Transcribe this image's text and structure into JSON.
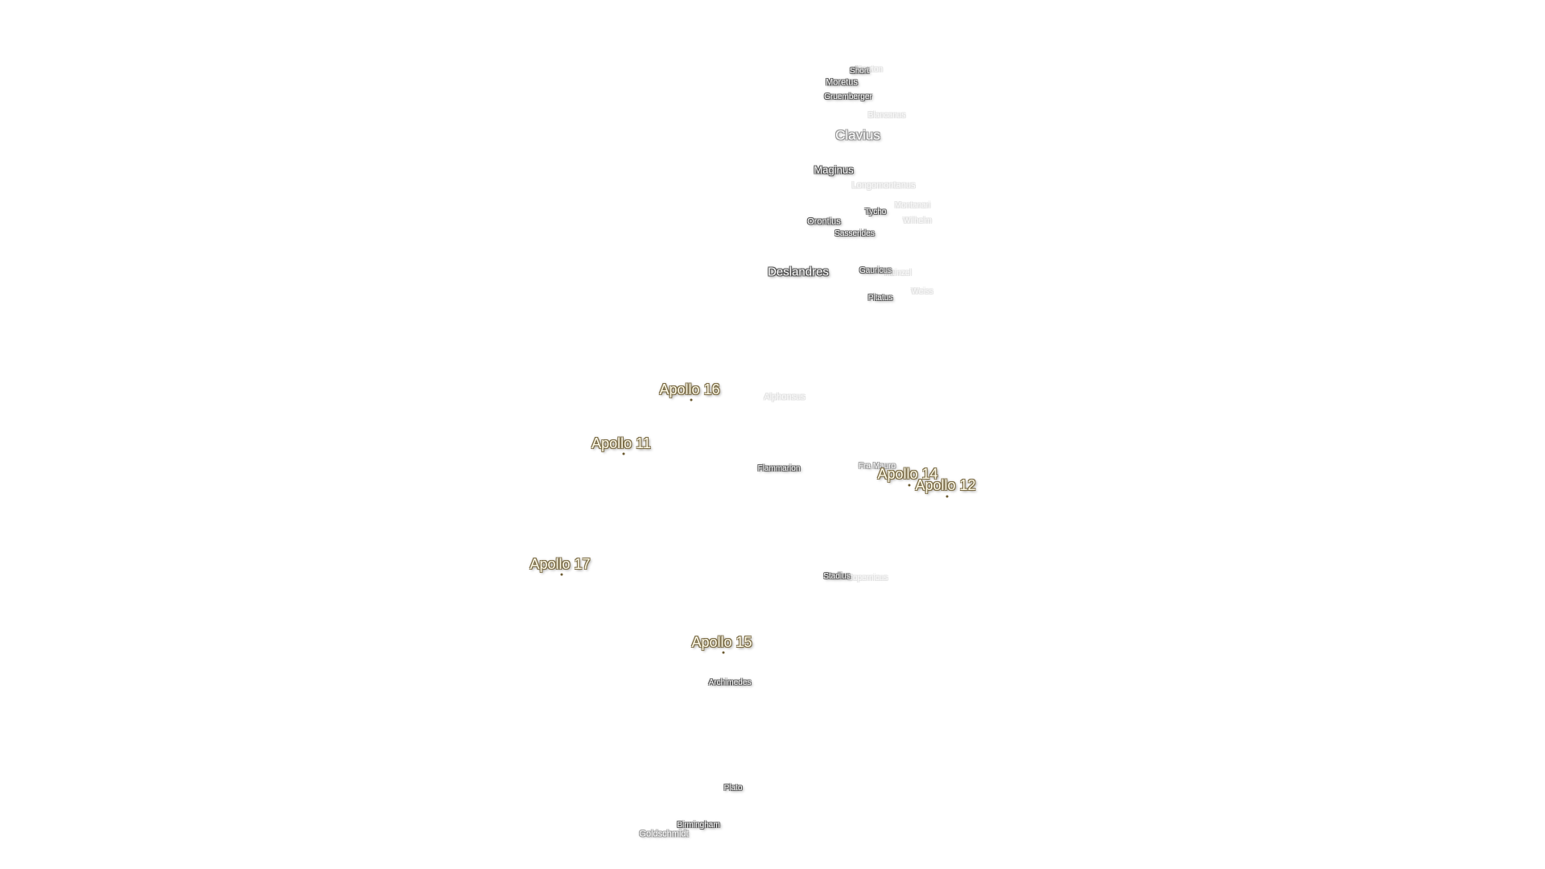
{
  "map": {
    "craters": [
      {
        "name": "Short",
        "style": "normal"
      },
      {
        "name": "Newton",
        "style": "faded"
      },
      {
        "name": "Moretus",
        "style": "normal"
      },
      {
        "name": "Gruemberger",
        "style": "normal"
      },
      {
        "name": "Blancanus",
        "style": "faded"
      },
      {
        "name": "Clavius",
        "style": "mid"
      },
      {
        "name": "Maginus",
        "style": "normal"
      },
      {
        "name": "Longomontanus",
        "style": "faded"
      },
      {
        "name": "Montanari",
        "style": "faded"
      },
      {
        "name": "Tycho",
        "style": "normal"
      },
      {
        "name": "Orontius",
        "style": "normal"
      },
      {
        "name": "Wilhelm",
        "style": "faded"
      },
      {
        "name": "Sasserides",
        "style": "normal"
      },
      {
        "name": "Deslandres",
        "style": "normal"
      },
      {
        "name": "Gauricus",
        "style": "normal"
      },
      {
        "name": "Hainzel",
        "style": "faded"
      },
      {
        "name": "Weiss",
        "style": "faded"
      },
      {
        "name": "Pitatus",
        "style": "normal"
      },
      {
        "name": "Alphonsus",
        "style": "faded"
      },
      {
        "name": "Flammarion",
        "style": "normal"
      },
      {
        "name": "Fra Mauro",
        "style": "mid"
      },
      {
        "name": "Stadius",
        "style": "normal"
      },
      {
        "name": "Copernicus",
        "style": "faded"
      },
      {
        "name": "Archimedes",
        "style": "normal"
      },
      {
        "name": "Plato",
        "style": "normal"
      },
      {
        "name": "Birmingham",
        "style": "normal"
      },
      {
        "name": "Goldschmidt",
        "style": "mid"
      }
    ],
    "landing_sites": [
      {
        "name": "Apollo 16"
      },
      {
        "name": "Apollo 11"
      },
      {
        "name": "Apollo 14"
      },
      {
        "name": "Apollo 12"
      },
      {
        "name": "Apollo 17"
      },
      {
        "name": "Apollo 15"
      }
    ],
    "colors": {
      "background": "#ffffff",
      "crater_text": "#ffffff",
      "apollo_text": "#fffbe9",
      "apollo_outline": "#7a6b45"
    }
  }
}
